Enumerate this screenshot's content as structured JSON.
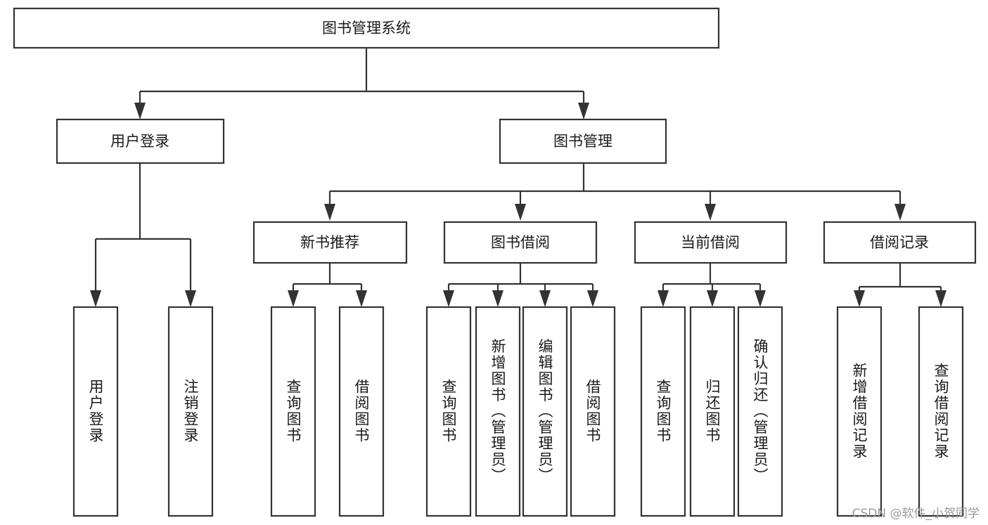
{
  "diagram": {
    "type": "tree-hierarchy",
    "title": "图书管理系统",
    "watermark": "CSDN @软件_小贺同学",
    "colors": {
      "stroke": "#333333",
      "fill": "#ffffff",
      "text": "#1a1a1a",
      "watermark": "#9a9a9a"
    },
    "levels": {
      "root": {
        "label": "图书管理系统"
      },
      "level2": [
        {
          "label": "用户登录"
        },
        {
          "label": "图书管理"
        }
      ],
      "level3": [
        {
          "label": "新书推荐"
        },
        {
          "label": "图书借阅"
        },
        {
          "label": "当前借阅"
        },
        {
          "label": "借阅记录"
        }
      ]
    },
    "groups": [
      {
        "parent": "用户登录",
        "leaves": [
          {
            "label": "用户登录"
          },
          {
            "label": "注销登录"
          }
        ]
      },
      {
        "parent": "新书推荐",
        "leaves": [
          {
            "label": "查询图书"
          },
          {
            "label": "借阅图书"
          }
        ]
      },
      {
        "parent": "图书借阅",
        "leaves": [
          {
            "label": "查询图书"
          },
          {
            "label": "新增图书（管理员）"
          },
          {
            "label": "编辑图书（管理员）"
          },
          {
            "label": "借阅图书"
          }
        ]
      },
      {
        "parent": "当前借阅",
        "leaves": [
          {
            "label": "查询图书"
          },
          {
            "label": "归还图书"
          },
          {
            "label": "确认归还（管理员）"
          }
        ]
      },
      {
        "parent": "借阅记录",
        "leaves": [
          {
            "label": "新增借阅记录"
          },
          {
            "label": "查询借阅记录"
          }
        ]
      }
    ]
  }
}
